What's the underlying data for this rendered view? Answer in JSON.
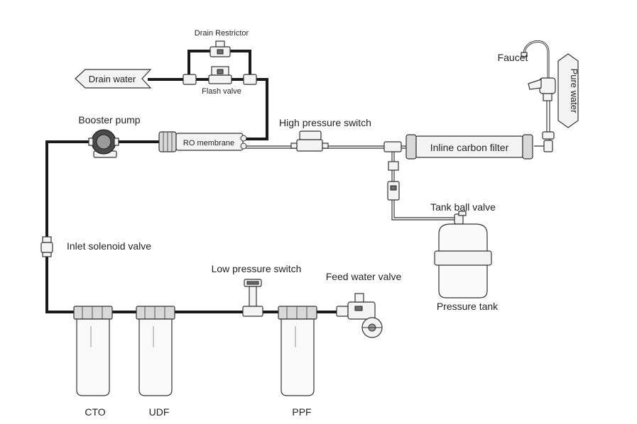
{
  "colors": {
    "pipe": "#1a1a1a",
    "part_fill": "#f4f4f4",
    "outline": "#333333",
    "text": "#222222",
    "background": "#ffffff"
  },
  "labels": {
    "drain_restrictor": "Drain Restrictor",
    "drain_water": "Drain water",
    "flash_valve": "Flash valve",
    "booster_pump": "Booster pump",
    "ro_membrane": "RO membrane",
    "high_pressure_switch": "High pressure switch",
    "inline_carbon_filter": "Inline carbon filter",
    "faucet": "Faucet",
    "pure_water": "Pure water",
    "tank_ball_valve": "Tank ball valve",
    "pressure_tank": "Pressure tank",
    "inlet_solenoid_valve": "Inlet solenoid valve",
    "low_pressure_switch": "Low pressure switch",
    "feed_water_valve": "Feed water valve",
    "cto": "CTO",
    "udf": "UDF",
    "ppf": "PPF"
  }
}
